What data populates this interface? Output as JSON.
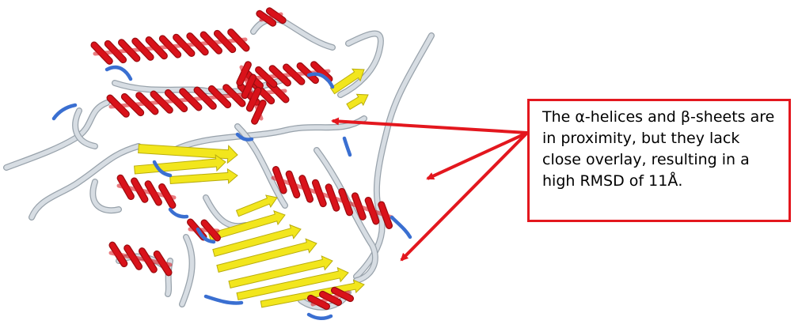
{
  "callout": {
    "lines": [
      "The α-helices and β-sheets are",
      "in proximity, but they lack",
      "close overlay, resulting in a",
      "high RMSD of 11Å."
    ]
  },
  "colors": {
    "helix": "#d9121a",
    "helix_dark": "#9c0c10",
    "sheet": "#f2e61d",
    "sheet_dark": "#b9ad0e",
    "coil": "#d7dde3",
    "coil_dark": "#98a2ab",
    "turn": "#3a6fd1",
    "arrow": "#e3171e"
  },
  "icons": {
    "structure": "protein-ribbon-icon",
    "pointer": "arrow-icon"
  }
}
